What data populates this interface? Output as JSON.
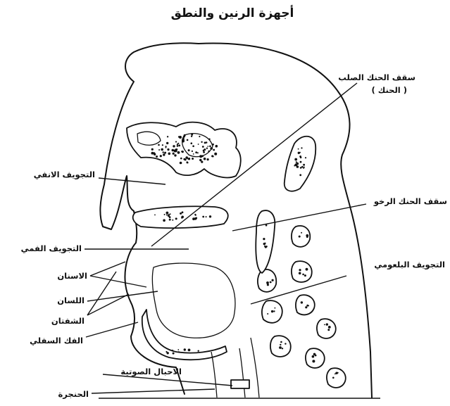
{
  "title": "أجهزة الرنين والنطق",
  "labels": {
    "hard_palate": "سقف الحنك الصلب",
    "hard_palate_sub": "( الحنك )",
    "nasal_cavity": "التجويف الانفي",
    "soft_palate": "سقف الحنك الرخو",
    "oral_cavity": "التجويف الفمي",
    "pharyngeal_cavity": "التجويف البلعومي",
    "teeth": "الاسنان",
    "tongue": "اللسان",
    "lips": "الشفتان",
    "lower_jaw": "الفك السفلي",
    "vocal_cords": "الاحبال الصوتية",
    "larynx": "الحنجرة"
  }
}
